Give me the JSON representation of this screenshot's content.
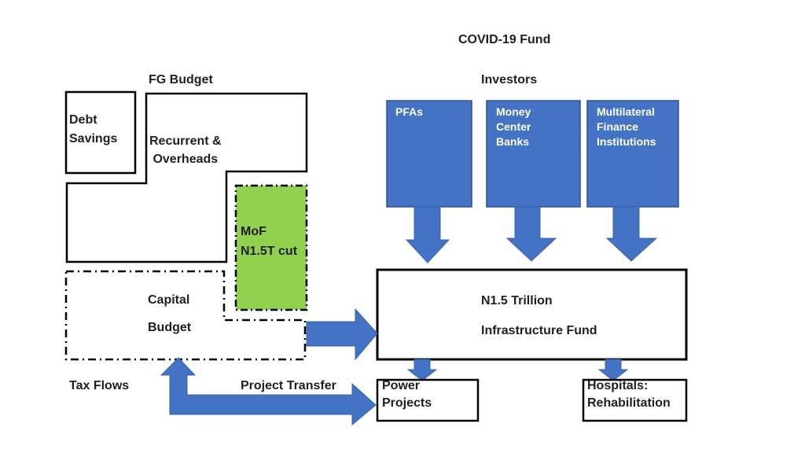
{
  "title": "COVID-19 Fund",
  "colors": {
    "shape_blue": "#4472C4",
    "shape_blue_border": "#2F528F",
    "yellow": "#FFFF00",
    "green": "#92D050",
    "outline_black": "#000000",
    "text_dark": "#1f1f1f",
    "text_white": "#ffffff"
  },
  "budget_flow": {
    "fg_budget_label": "FG Budget",
    "debt_savings": "Debt\nSavings",
    "recurrent_overheads": "Recurrent &\n Overheads",
    "mof_cut": "MoF\nN1.5T cut",
    "capital_budget": "Capital\nBudget",
    "tax_flows_label": "Tax Flows",
    "project_transfer_label": "Project Transfer"
  },
  "fund_flow": {
    "investors_label": "Investors",
    "investors": [
      {
        "label": "PFAs"
      },
      {
        "label": "Money\nCenter\nBanks"
      },
      {
        "label": "Multilateral\nFinance\nInstitutions"
      }
    ],
    "fund_box": "N1.5 Trillion\nInfrastructure Fund",
    "power_projects": "Power\nProjects",
    "hospitals": "Hospitals:\nRehabilitation"
  }
}
